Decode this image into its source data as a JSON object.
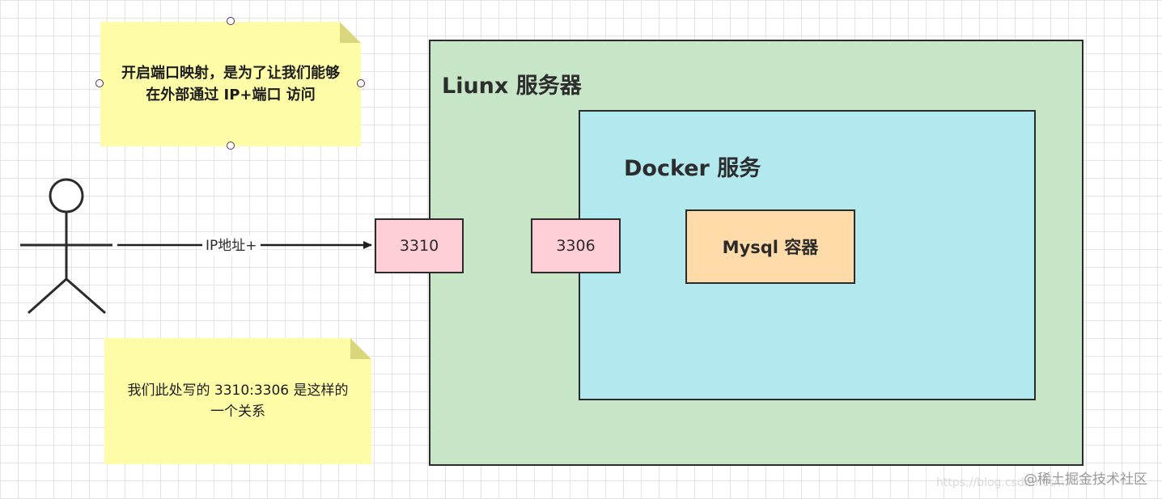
{
  "notes": {
    "port_mapping_note": "开启端口映射，是为了让我们能够在外部通过 IP+端口 访问",
    "mapping_relation_note": "我们此处写的 3310:3306 是这样的一个关系"
  },
  "linux_server": {
    "title": "Liunx 服务器"
  },
  "docker_service": {
    "title": "Docker 服务"
  },
  "ports": {
    "host_port": "3310",
    "container_port": "3306"
  },
  "mysql_container": {
    "label": "Mysql 容器"
  },
  "arrow": {
    "label": "IP地址+"
  },
  "watermark": {
    "source": "@稀土掘金技术社区",
    "url": "https://blog.csdn.net/..."
  },
  "colors": {
    "note": "#fffca8",
    "linux_server": "#c7e5c7",
    "docker_service": "#b2e9ef",
    "port": "#ffced6",
    "mysql_container": "#ffdba9",
    "stroke": "#2b2b2b"
  },
  "icons": {
    "actor": "stick-figure-icon"
  }
}
